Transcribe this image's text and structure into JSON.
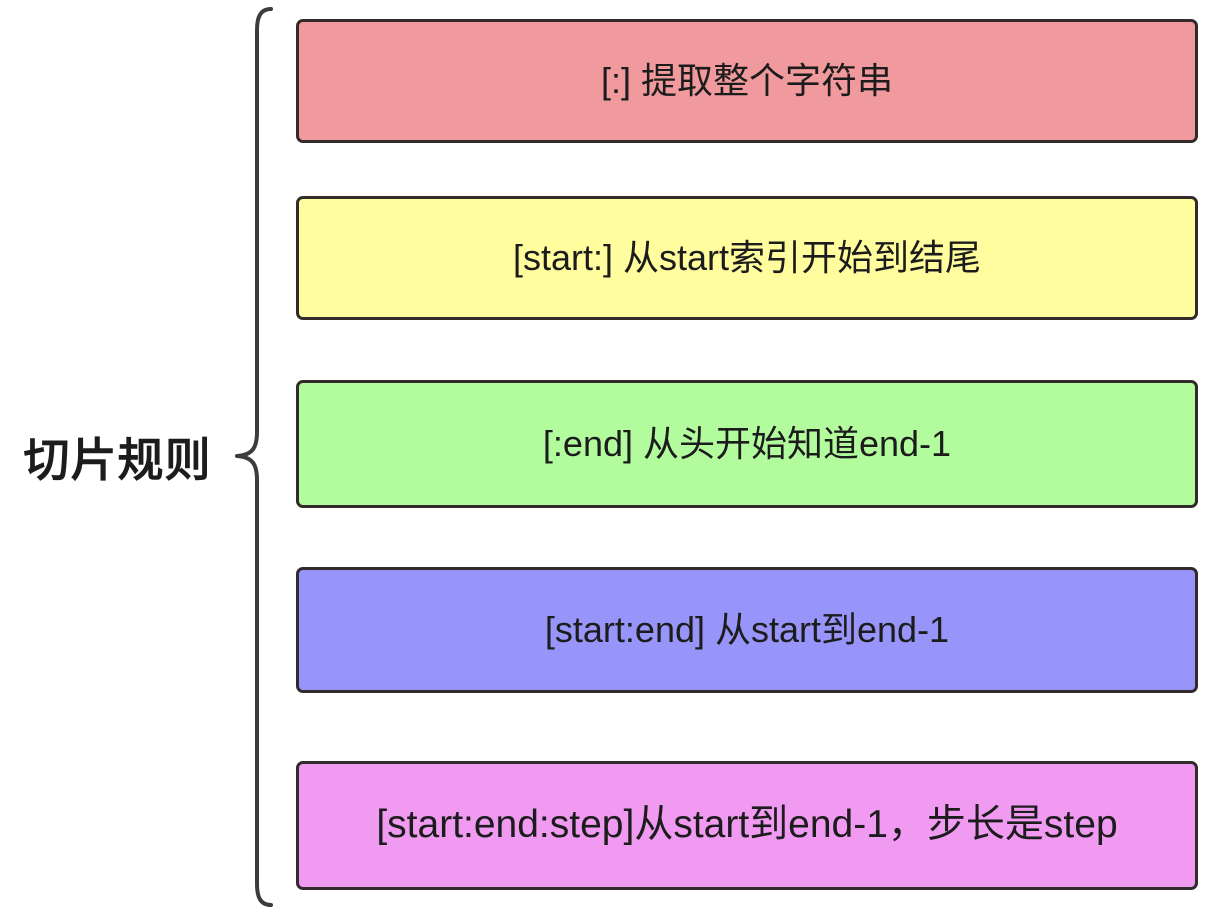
{
  "diagram": {
    "type": "bracket-list",
    "root_label": "切片规则",
    "brace": {
      "orientation": "left-pointing",
      "stroke_color": "#3c3c3c"
    },
    "background_color": "#ffffff",
    "border_color": "#332b2b",
    "text_color": "#1c1c1c",
    "items": [
      {
        "id": "slice-all",
        "text": "[:] 提取整个字符串",
        "fill_color": "#F09A9D"
      },
      {
        "id": "slice-start",
        "text": "[start:] 从start索引开始到结尾",
        "fill_color": "#FFFD9D"
      },
      {
        "id": "slice-end",
        "text": "[:end]  从头开始知道end-1",
        "fill_color": "#B2FC9E"
      },
      {
        "id": "slice-start-end",
        "text": "[start:end]  从start到end-1",
        "fill_color": "#9795F9"
      },
      {
        "id": "slice-start-end-step",
        "text": "[start:end:step]从start到end-1，步长是step",
        "fill_color": "#F09AF2"
      }
    ]
  }
}
